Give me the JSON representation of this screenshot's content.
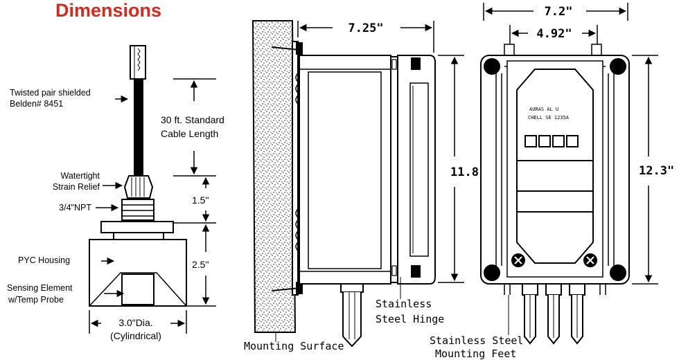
{
  "title": "Dimensions",
  "colors": {
    "title": "#d42a1e",
    "ink": "#000000",
    "background": "#ffffff"
  },
  "sensor": {
    "cable_label_1": "Twisted pair shielded",
    "cable_label_2": "Belden# 8451",
    "cable_length_1": "30 ft. Standard",
    "cable_length_2": "Cable Length",
    "relief_1": "Watertight",
    "relief_2": "Strain Relief",
    "npt": "3/4\"NPT",
    "gap_height": "1.5\"",
    "housing": "PYC Housing",
    "housing_height": "2.5\"",
    "element_1": "Sensing Element",
    "element_2": "w/Temp Probe",
    "diameter_1": "3.0\"Dia.",
    "diameter_2": "(Cylindrical)"
  },
  "side_view": {
    "depth": "7.25\"",
    "height": "11.8\"",
    "hinge_1": "Stainless",
    "hinge_2": "Steel Hinge",
    "mounting_surface": "Mounting Surface"
  },
  "front_view": {
    "width": "7.2\"",
    "inner_width": "4.92\"",
    "height": "12.3\"",
    "label_line_1": "AURAS AL U",
    "label_line_2": "CHELL SE 1235A",
    "feet_1": "Stainless Steel",
    "feet_2": "Mounting Feet"
  }
}
